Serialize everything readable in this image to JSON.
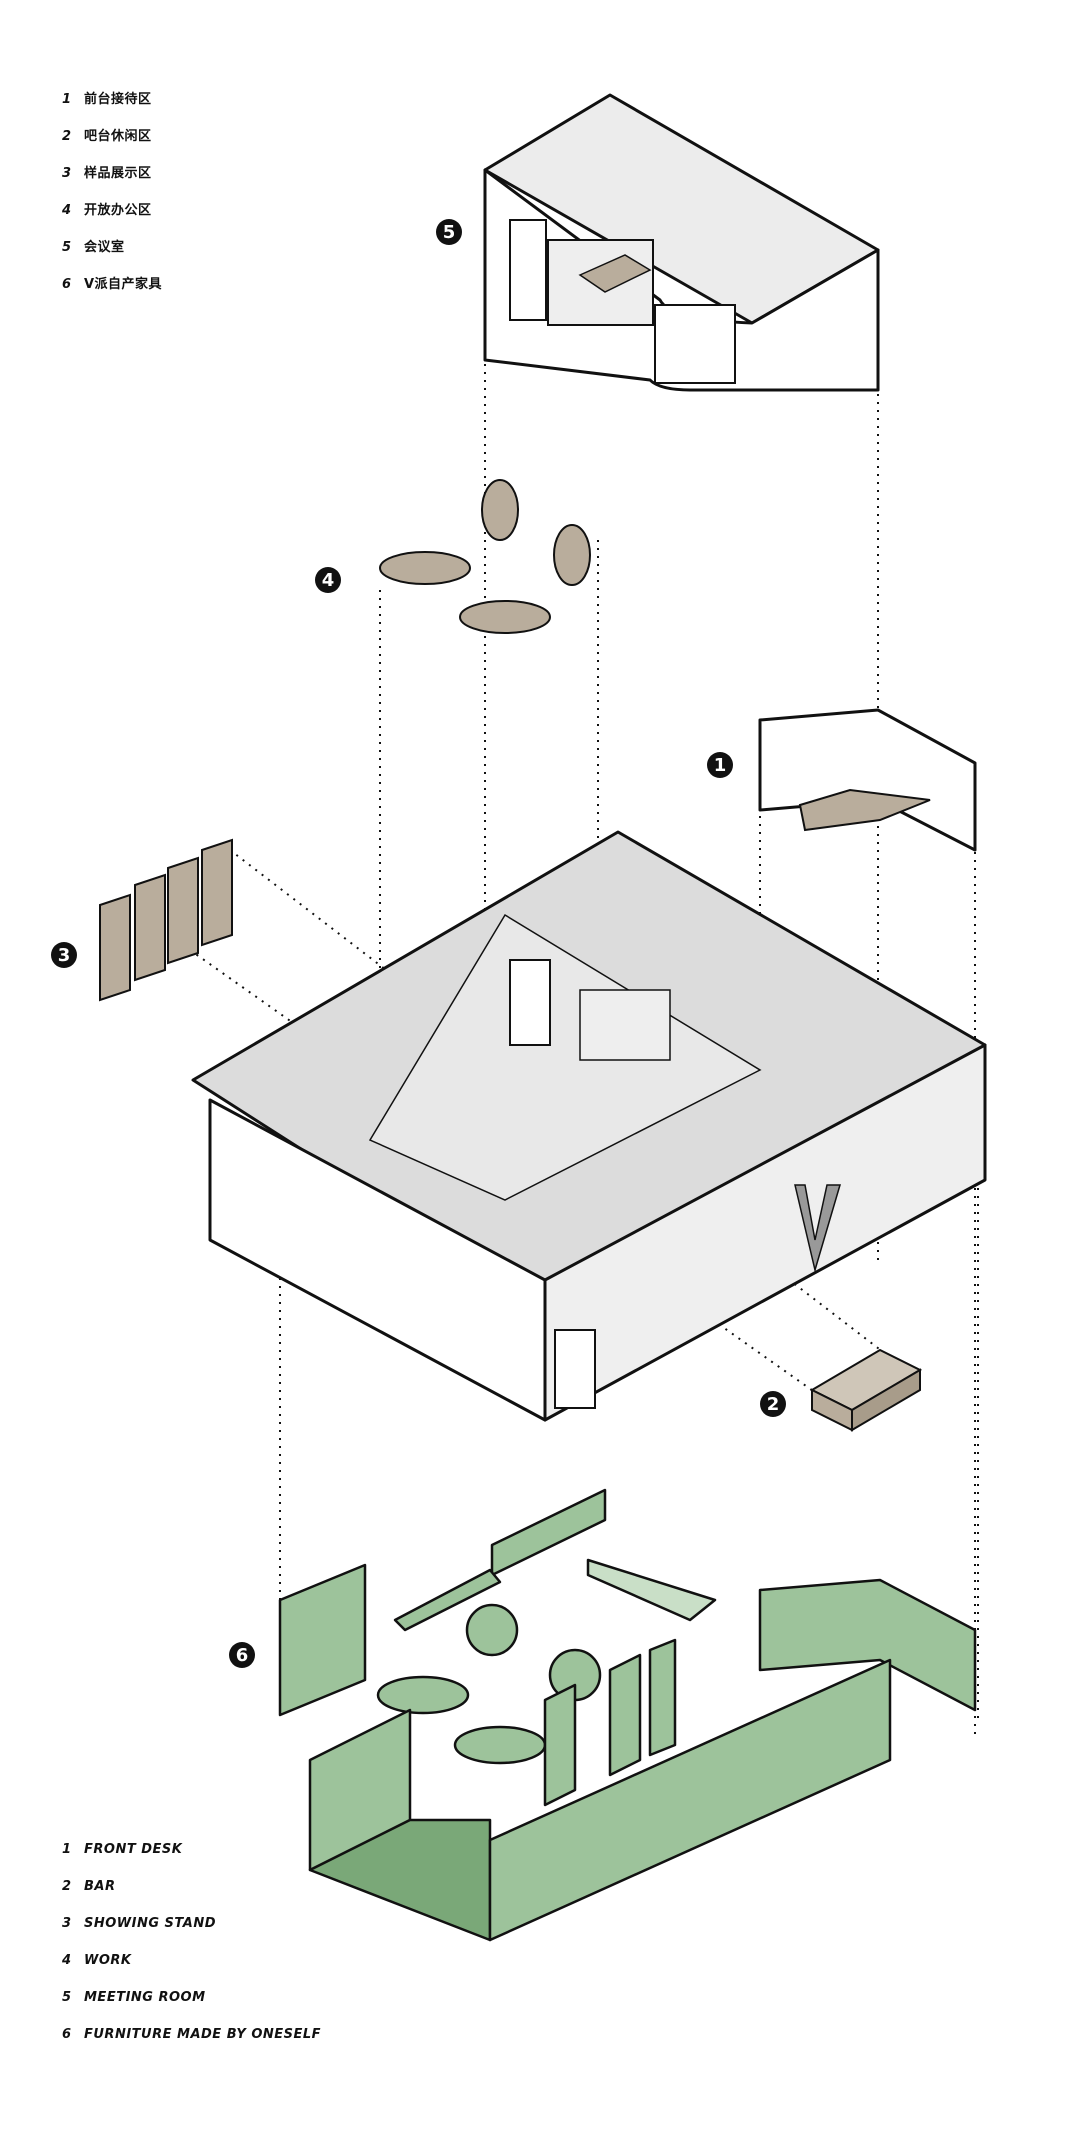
{
  "legend_cn": [
    {
      "num": "1",
      "label": "前台接待区"
    },
    {
      "num": "2",
      "label": "吧台休闲区"
    },
    {
      "num": "3",
      "label": "样品展示区"
    },
    {
      "num": "4",
      "label": "开放办公区"
    },
    {
      "num": "5",
      "label": "会议室"
    },
    {
      "num": "6",
      "label": "V派自产家具"
    }
  ],
  "legend_en": [
    {
      "num": "1",
      "label": "FRONT DESK"
    },
    {
      "num": "2",
      "label": "BAR"
    },
    {
      "num": "3",
      "label": "SHOWING STAND"
    },
    {
      "num": "4",
      "label": "WORK"
    },
    {
      "num": "5",
      "label": "MEETING ROOM"
    },
    {
      "num": "6",
      "label": "FURNITURE MADE BY ONESELF"
    }
  ],
  "callouts": {
    "c1": "1",
    "c2": "2",
    "c3": "3",
    "c4": "4",
    "c5": "5",
    "c6": "6"
  },
  "colors": {
    "outline": "#111111",
    "wall_white": "#ffffff",
    "wall_grey": "#dcdcdc",
    "floor_grey": "#e8e8e8",
    "furniture_taupe": "#b9ad9c",
    "furniture_green": "#9dc39b",
    "furniture_green_dark": "#7aa878"
  }
}
